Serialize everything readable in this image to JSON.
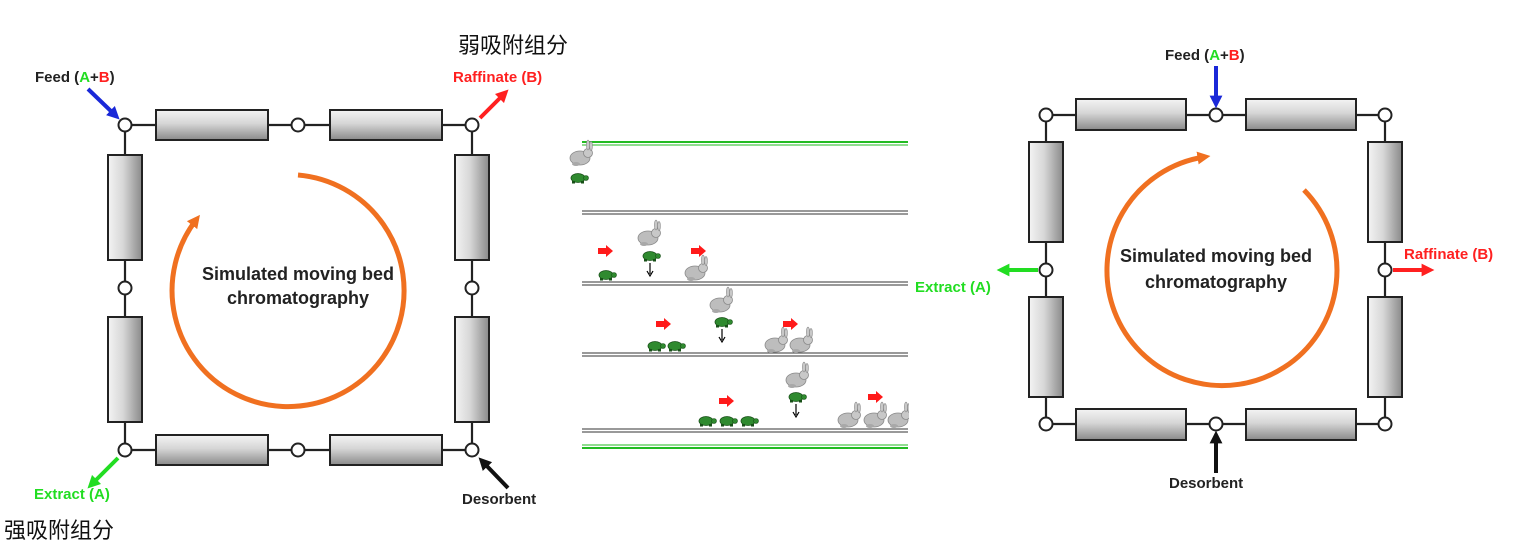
{
  "left_diagram": {
    "top_note": "弱吸附组分",
    "bottom_note": "强吸附组分",
    "feed": {
      "prefix": "Feed (",
      "a": "A",
      "plus": "+",
      "b": "B",
      "suffix": ")"
    },
    "raffinate": "Raffinate (B)",
    "extract": "Extract (A)",
    "desorbent": "Desorbent",
    "center_line1": "Simulated moving bed",
    "center_line2": "chromatography"
  },
  "right_diagram": {
    "feed": {
      "prefix": "Feed (",
      "a": "A",
      "plus": "+",
      "b": "B",
      "suffix": ")"
    },
    "raffinate": "Raffinate (B)",
    "extract": "Extract (A)",
    "desorbent": "Desorbent",
    "center_line1": "Simulated moving bed",
    "center_line2": "chromatography"
  },
  "colors": {
    "component_a": "#22dd22",
    "component_b": "#ff2020",
    "feed_arrow": "#1a28d8",
    "raffinate_arrow": "#ff2020",
    "extract_arrow": "#22dd22",
    "desorbent_arrow": "#111111",
    "rotation_arrow": "#f07020",
    "track_line": "#22bb22"
  },
  "icons": {
    "fast_component": "rabbit-icon",
    "slow_component": "turtle-icon",
    "flow_direction": "red-right-arrow-icon"
  }
}
